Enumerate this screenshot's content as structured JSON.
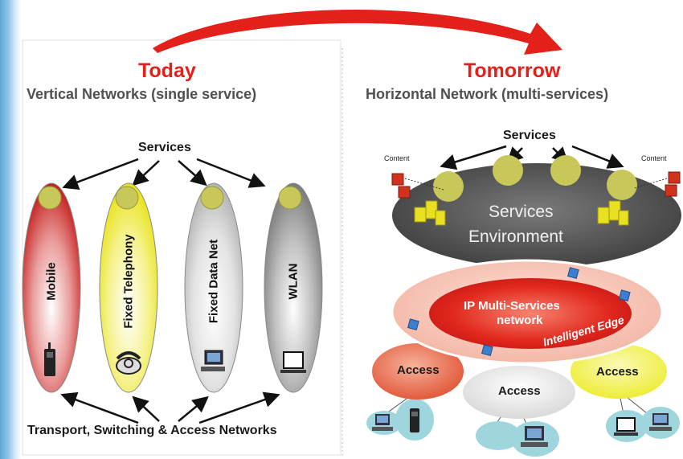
{
  "left": {
    "title": "Today",
    "subtitle": "Vertical Networks (single service)",
    "services_label": "Services",
    "columns": [
      {
        "label": "Mobile",
        "color": "#d42a28"
      },
      {
        "label": "Fixed Telephony",
        "color": "#f2ef2a"
      },
      {
        "label": "Fixed Data Net",
        "color": "#d0d0d0"
      },
      {
        "label": "WLAN",
        "color": "#9a9a9a"
      }
    ],
    "footer": "Transport, Switching & Access Networks"
  },
  "right": {
    "title": "Tomorrow",
    "subtitle": "Horizontal Network (multi-services)",
    "services_label": "Services",
    "content_left": "Content",
    "content_right": "Content",
    "env_line1": "Services",
    "env_line2": "Environment",
    "ip_line1": "IP Multi-Services",
    "ip_line2": "network",
    "ring_text": "Intelligent Edge",
    "access": [
      "Access",
      "Access",
      "Access"
    ]
  },
  "colors": {
    "accent_red": "#e4201b",
    "service_node": "#c8c85a",
    "environment": "#565656",
    "access_left": "#e86a4a",
    "access_right": "#f3f24a",
    "device_bubble": "#9fd6dd"
  }
}
